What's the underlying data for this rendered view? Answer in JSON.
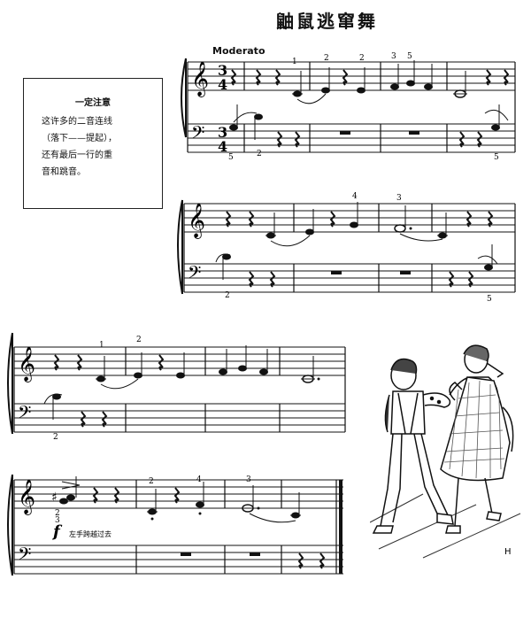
{
  "title": "鼬鼠逃窜舞",
  "tempo": "Moderato",
  "note_box": {
    "heading": "一定注意",
    "lines": [
      "这许多的二音连线",
      "（落下——提起），",
      "还有最后一行的重",
      "音和跳音。"
    ]
  },
  "time_signature": {
    "top": "3",
    "bottom": "4"
  },
  "dynamic_mark": "f",
  "left_hand_note": "左手跨越过去",
  "fingerings": {
    "s1_top_f1": "1",
    "s1_top_f2": "2",
    "s1_top_f3": "2",
    "s1_top_f4": "3",
    "s1_top_f5": "5",
    "s1_bottom_f1": "5",
    "s1_bottom_f2": "2",
    "s1_bottom_f3": "5",
    "s2_top_f1": "4",
    "s2_top_f2": "3",
    "s2_bottom_f1": "2",
    "s2_bottom_f2": "5",
    "s3_top_f1": "1",
    "s3_top_f2": "2",
    "s3_bottom_f1": "2",
    "s4_top_f1": "2",
    "s4_top_f2": "3",
    "s4_top_f3": "2",
    "s4_top_f4": "4",
    "s4_top_f5": "3"
  },
  "illustration_text": "H"
}
